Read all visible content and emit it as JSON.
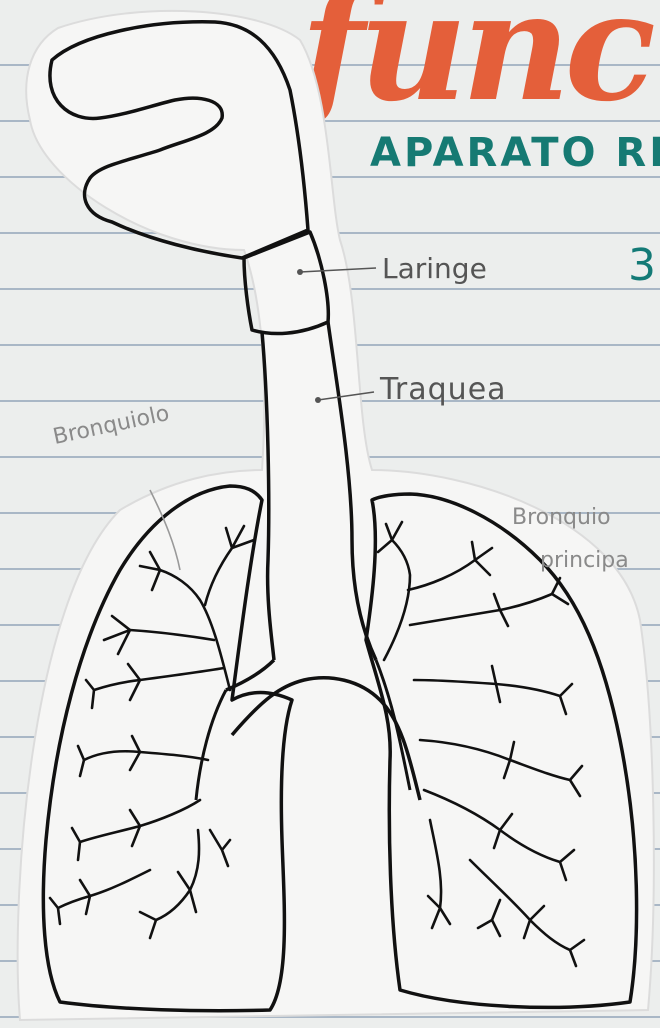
{
  "header": {
    "title_fragment": "func",
    "subtitle": "APARATO RE",
    "page_number": "3"
  },
  "labels": {
    "laringe": "Laringe",
    "traquea": "Traquea",
    "bronquiolo": "Bronquiolo",
    "bronquio_line1": "Bronquio",
    "bronquio_line2": "principa"
  },
  "colors": {
    "title": "#e45f3a",
    "subtitle": "#167a73",
    "ink": "#111111",
    "paper_line": "#a9b7c6"
  }
}
